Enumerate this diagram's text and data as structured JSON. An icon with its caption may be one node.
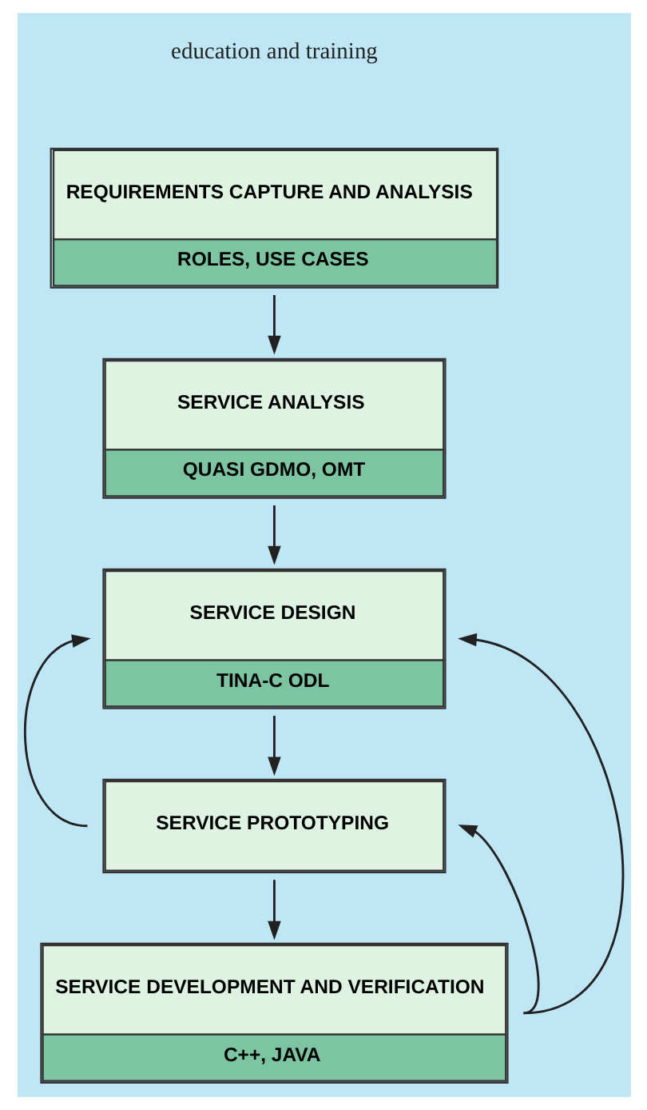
{
  "diagram": {
    "nodes": [
      {
        "text": [
          "REQUIREMENTS CAPTURE AND ANALYSIS",
          "ROLES, USE CASES"
        ]
      },
      {
        "text": [
          "SERVICE ANALYSIS",
          "QUASI GDMO, OMT"
        ]
      },
      {
        "text": [
          "SERVICE DESIGN",
          "TINA-C ODL"
        ]
      },
      {
        "text": [
          "SERVICE PROTOTYPING"
        ]
      },
      {
        "text": [
          "SERVICE DEVELOPMENT AND VERIFICATION",
          "C++, JAVA"
        ]
      }
    ],
    "edges": [
      {
        "from": 0,
        "to": 1,
        "arrow": "to"
      },
      {
        "from": 1,
        "to": 2,
        "arrow": "to"
      },
      {
        "from": 2,
        "to": 3,
        "arrow": "to"
      },
      {
        "from": 3,
        "to": 4,
        "arrow": "to"
      },
      {
        "from": 3,
        "to": 2,
        "arrow": "to"
      },
      {
        "from": 4,
        "to": 3,
        "arrow": "to"
      },
      {
        "from": 4,
        "to": 2,
        "arrow": "to"
      }
    ],
    "labels": [
      "education and training"
    ]
  }
}
